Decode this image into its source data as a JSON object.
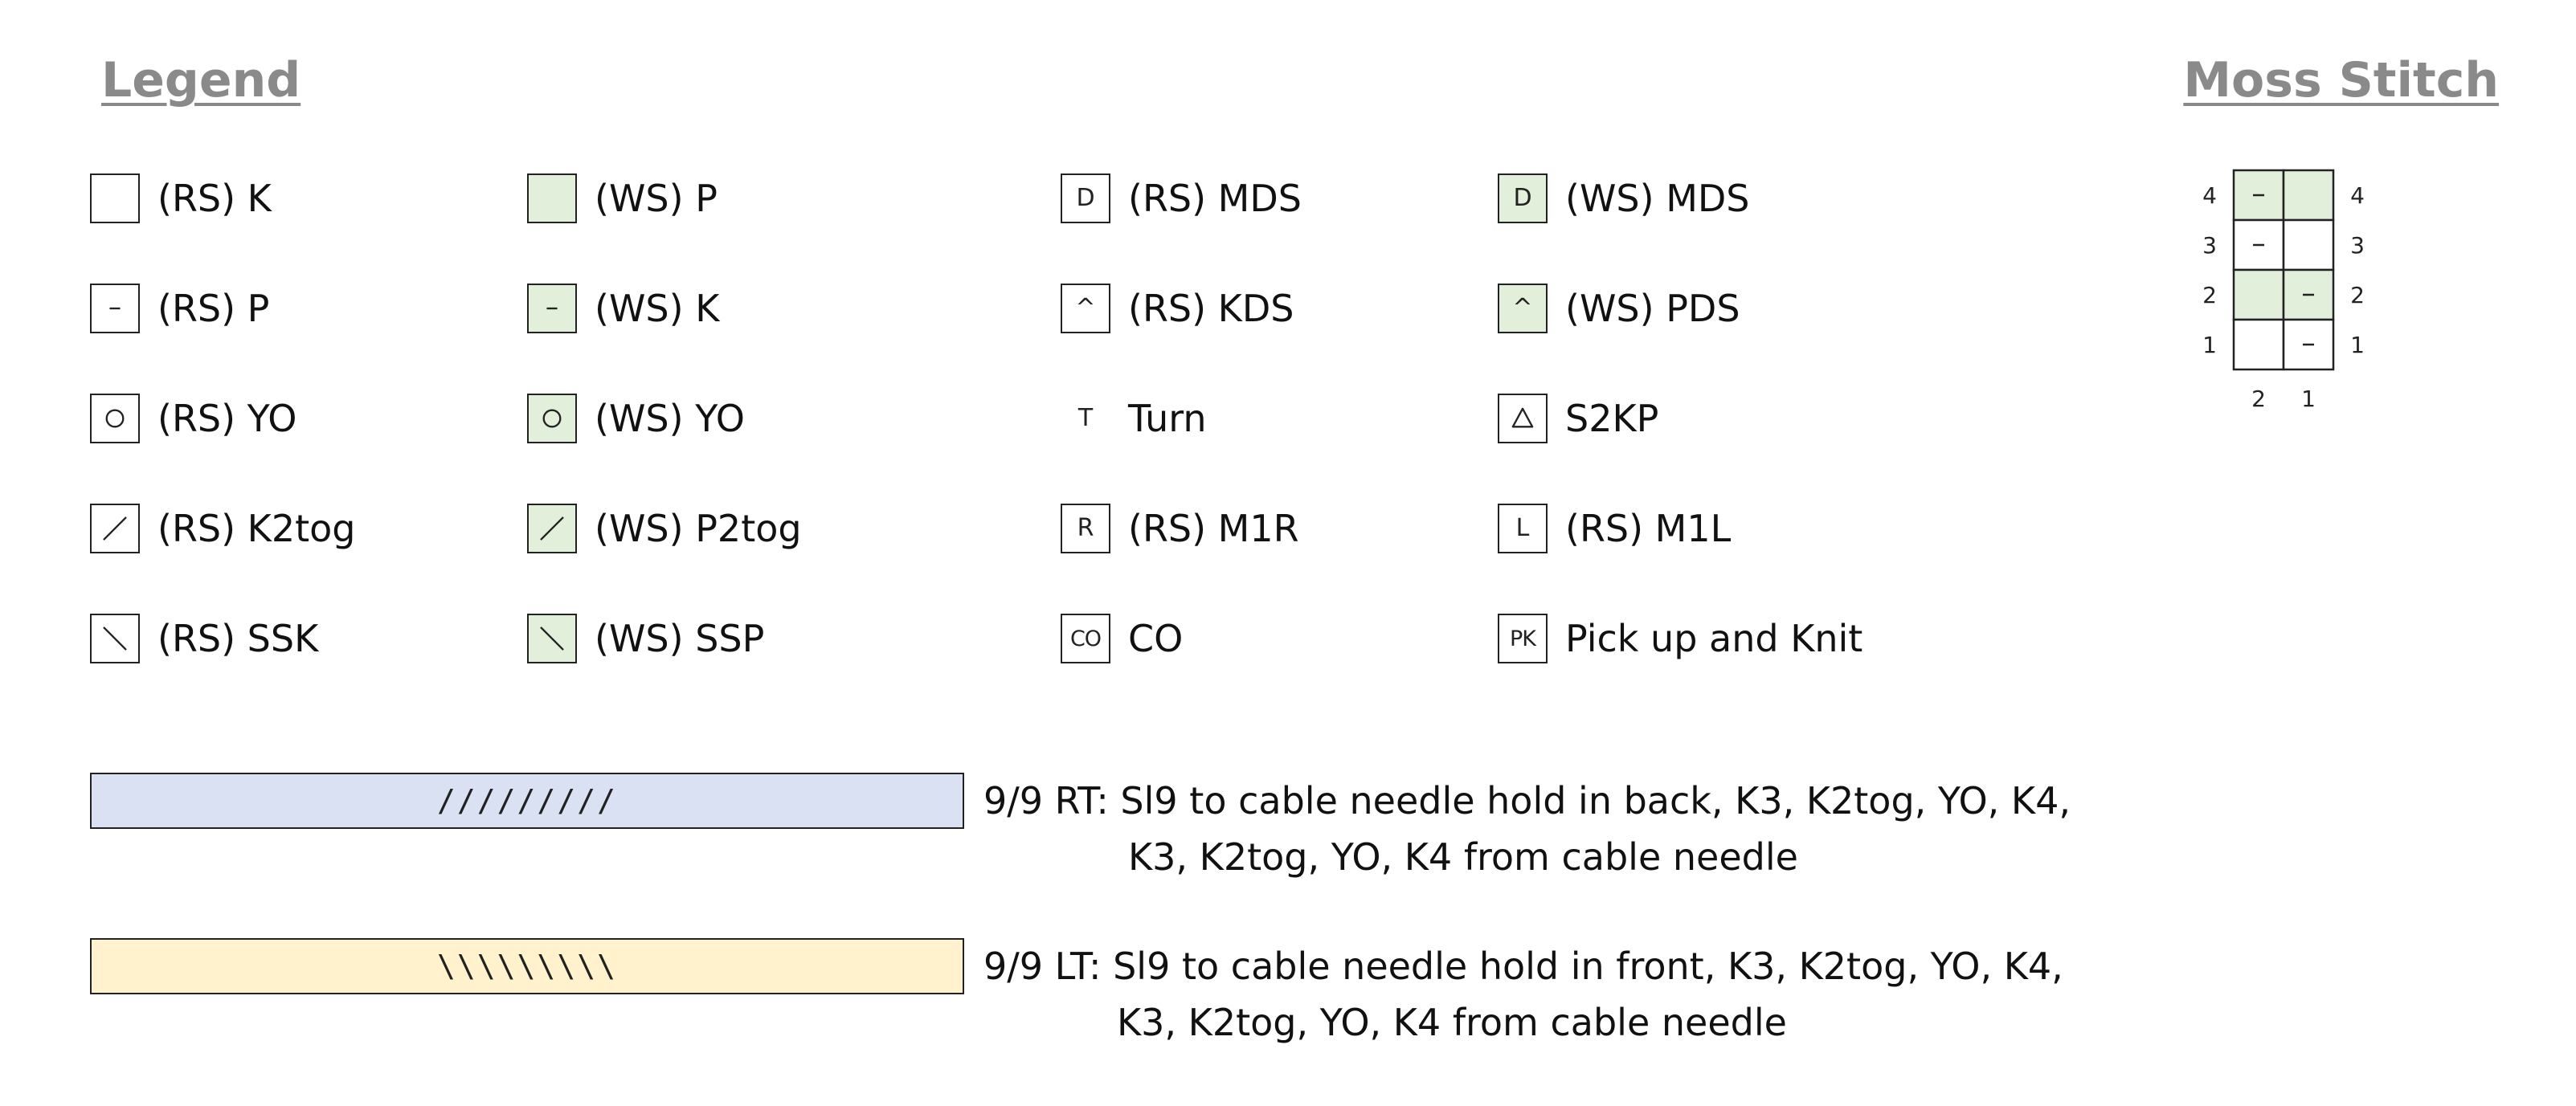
{
  "legend": {
    "title": "Legend",
    "items": [
      {
        "symbol": "blank",
        "text": "",
        "ws": false,
        "label": "(RS) K"
      },
      {
        "symbol": "dash",
        "text": "",
        "ws": false,
        "label": "(RS) P"
      },
      {
        "symbol": "circle",
        "text": "",
        "ws": false,
        "label": "(RS) YO"
      },
      {
        "symbol": "slash",
        "text": "",
        "ws": false,
        "label": "(RS) K2tog"
      },
      {
        "symbol": "backslash",
        "text": "",
        "ws": false,
        "label": "(RS) SSK"
      },
      {
        "symbol": "blank",
        "text": "",
        "ws": true,
        "label": "(WS) P"
      },
      {
        "symbol": "dash",
        "text": "",
        "ws": true,
        "label": "(WS) K"
      },
      {
        "symbol": "circle",
        "text": "",
        "ws": true,
        "label": "(WS) YO"
      },
      {
        "symbol": "slash",
        "text": "",
        "ws": true,
        "label": "(WS) P2tog"
      },
      {
        "symbol": "backslash",
        "text": "",
        "ws": true,
        "label": "(WS) SSP"
      },
      {
        "symbol": "letter",
        "text": "D",
        "ws": false,
        "label": "(RS) MDS"
      },
      {
        "symbol": "letter",
        "text": "^",
        "ws": false,
        "label": "(RS) KDS"
      },
      {
        "symbol": "letter-noborder",
        "text": "T",
        "ws": false,
        "label": "Turn"
      },
      {
        "symbol": "letter",
        "text": "R",
        "ws": false,
        "label": "(RS) M1R"
      },
      {
        "symbol": "letter",
        "text": "CO",
        "ws": false,
        "label": "CO"
      },
      {
        "symbol": "letter",
        "text": "D",
        "ws": true,
        "label": "(WS) MDS"
      },
      {
        "symbol": "letter",
        "text": "^",
        "ws": true,
        "label": "(WS) PDS"
      },
      {
        "symbol": "triangle",
        "text": "",
        "ws": false,
        "label": "S2KP"
      },
      {
        "symbol": "letter",
        "text": "L",
        "ws": false,
        "label": "(RS) M1L"
      },
      {
        "symbol": "letter",
        "text": "PK",
        "ws": false,
        "label": "Pick up and Knit"
      }
    ]
  },
  "cables": {
    "rt": {
      "symbol": "/////////",
      "color": "#dae1f3",
      "line1": "9/9 RT: Sl9 to cable needle hold in back, K3, K2tog, YO, K4,",
      "line2": "K3, K2tog, YO, K4 from cable needle"
    },
    "lt": {
      "symbol": "\\\\\\\\\\\\\\\\\\",
      "color": "#fff2cc",
      "line1": "9/9 LT: Sl9 to cable needle hold in front, K3, K2tog, YO, K4,",
      "line2": "K3, K2tog, YO, K4 from cable needle"
    }
  },
  "moss": {
    "title": "Moss Stitch",
    "row_labels": [
      "4",
      "3",
      "2",
      "1"
    ],
    "col_labels": [
      "2",
      "1"
    ],
    "cells": [
      [
        {
          "ws": true,
          "mark": "dash"
        },
        {
          "ws": true,
          "mark": ""
        }
      ],
      [
        {
          "ws": false,
          "mark": "dash"
        },
        {
          "ws": false,
          "mark": ""
        }
      ],
      [
        {
          "ws": true,
          "mark": ""
        },
        {
          "ws": true,
          "mark": "dash"
        }
      ],
      [
        {
          "ws": false,
          "mark": ""
        },
        {
          "ws": false,
          "mark": "dash"
        }
      ]
    ]
  },
  "colors": {
    "ws_fill": "#e2efda",
    "title_gray": "#8a8a8a"
  }
}
